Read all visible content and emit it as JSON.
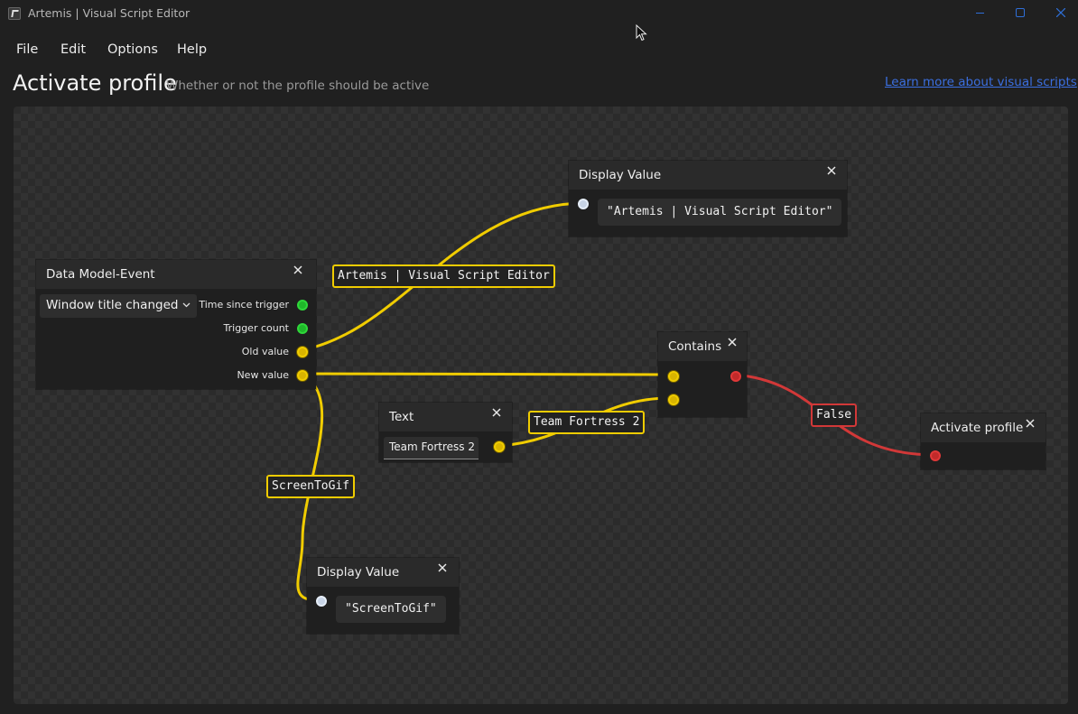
{
  "window": {
    "title": "Artemis | Visual Script Editor",
    "controls": {
      "minimize": "minimize-icon",
      "maximize": "maximize-icon",
      "close": "close-icon"
    },
    "accent_color": "#2f6fd8"
  },
  "menu": {
    "items": [
      {
        "label": "File"
      },
      {
        "label": "Edit"
      },
      {
        "label": "Options"
      },
      {
        "label": "Help"
      }
    ]
  },
  "header": {
    "title": "Activate profile",
    "subtitle": "Whether or not the profile should be active",
    "learn_link": "Learn more about visual scripts"
  },
  "nodes": {
    "data_model_event": {
      "title": "Data Model-Event",
      "event_dropdown": "Window title changed",
      "outputs": [
        {
          "label": "Time since trigger",
          "color": "#2fd83a"
        },
        {
          "label": "Trigger count",
          "color": "#2fd83a"
        },
        {
          "label": "Old value",
          "color": "#f0cc00"
        },
        {
          "label": "New value",
          "color": "#f0cc00"
        }
      ]
    },
    "display_value_top": {
      "title": "Display Value",
      "value": "\"Artemis | Visual Script Editor\""
    },
    "contains": {
      "title": "Contains"
    },
    "text": {
      "title": "Text",
      "input_value": "Team Fortress 2"
    },
    "activate_profile": {
      "title": "Activate profile"
    },
    "display_value_bottom": {
      "title": "Display Value",
      "value": "\"ScreenToGif\""
    }
  },
  "wire_labels": {
    "old_value": "Artemis | Visual Script Editor",
    "text_value": "Team Fortress 2",
    "contains_result": "False",
    "new_value": "ScreenToGif"
  },
  "colors": {
    "string_wire": "#f0cc00",
    "bool_wire": "#d23838",
    "number_pin": "#2fd83a",
    "canvas": "#2b2b2b",
    "link": "#3b6fe0"
  }
}
